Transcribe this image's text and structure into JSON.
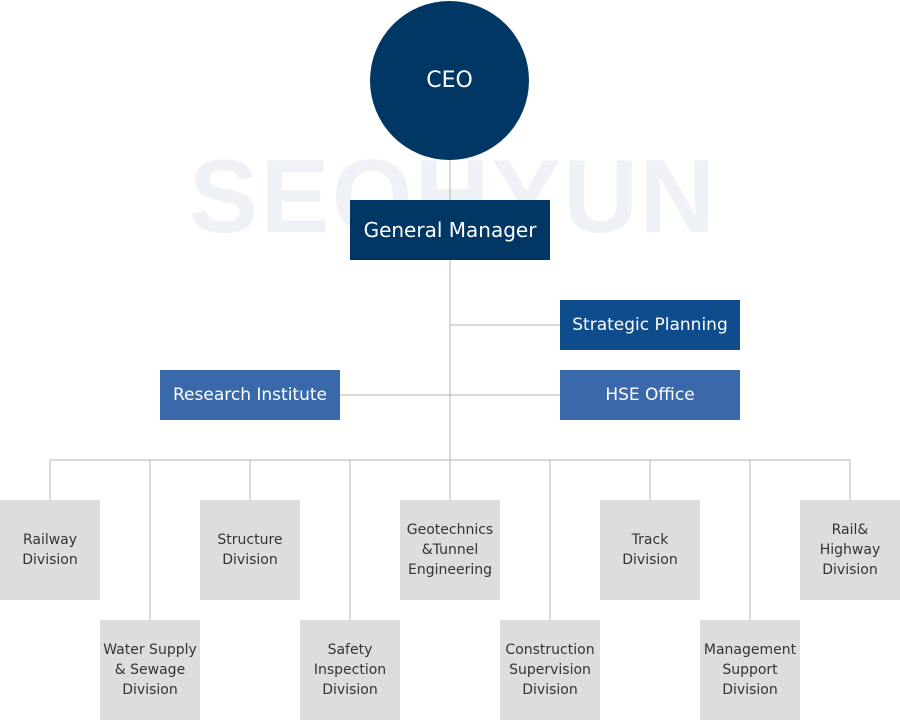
{
  "watermark": "SEOHYUN",
  "ceo": "CEO",
  "general_manager": "General Manager",
  "strategic_planning": "Strategic Planning",
  "research_institute": "Research Institute",
  "hse_office": "HSE Office",
  "divisions": [
    "Railway\nDivision",
    "Water Supply\n& Sewage\nDivision",
    "Structure\nDivision",
    "Safety\nInspection\nDivision",
    "Geotechnics\n&Tunnel\nEngineering",
    "Construction\nSupervision\nDivision",
    "Track\nDivision",
    "Management\nSupport\nDivision",
    "Rail&\nHighway\nDivision"
  ],
  "colors": {
    "primary": "#003764",
    "secondary": "#0f4c8c",
    "tertiary": "#3a69ab",
    "division_bg": "#dddddd",
    "line": "#b3b3b3"
  }
}
